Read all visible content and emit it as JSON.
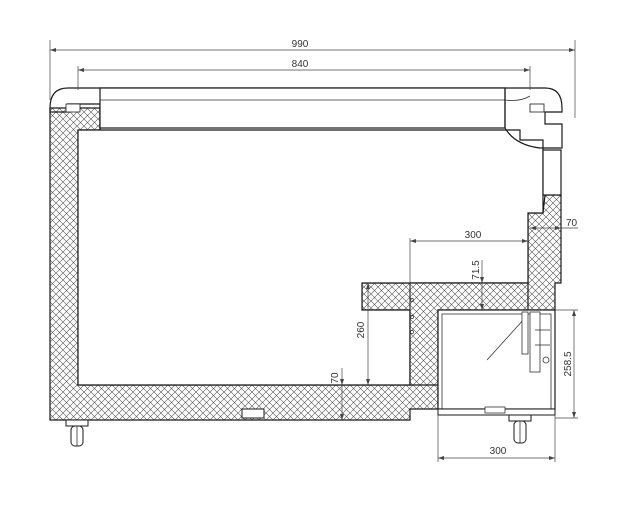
{
  "drawing": {
    "dimensions": {
      "overall_width": "990",
      "lid_width": "840",
      "step_width_top": "300",
      "wall_side": "70",
      "step_top_thickness": "71.5",
      "step_height": "260",
      "wall_bottom": "70",
      "compartment_height": "258.5",
      "compartment_width": "300"
    },
    "colors": {
      "line": "#1a1a1a",
      "insulation": "#555555",
      "background": "#ffffff"
    }
  }
}
